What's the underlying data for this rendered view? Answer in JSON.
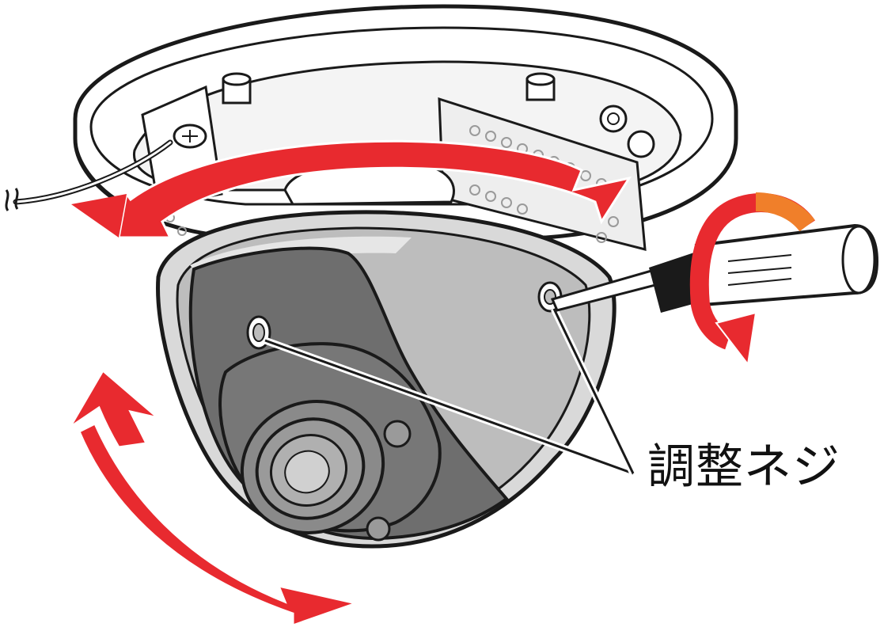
{
  "callout": {
    "label": "調整ネジ"
  },
  "colors": {
    "arrow_red": "#e82a2f",
    "screwdriver_band": "#f07f2a",
    "dome_gray": "#bdbdbd",
    "lens_dark": "#6e6e6e",
    "outline": "#1a1a1a"
  },
  "icons": {
    "pan_arrow": "double-headed-curved-arrow",
    "tilt_arrow": "double-headed-curved-arrow",
    "rotate_arrow": "circular-rotate-arrow",
    "tool": "screwdriver-icon"
  }
}
